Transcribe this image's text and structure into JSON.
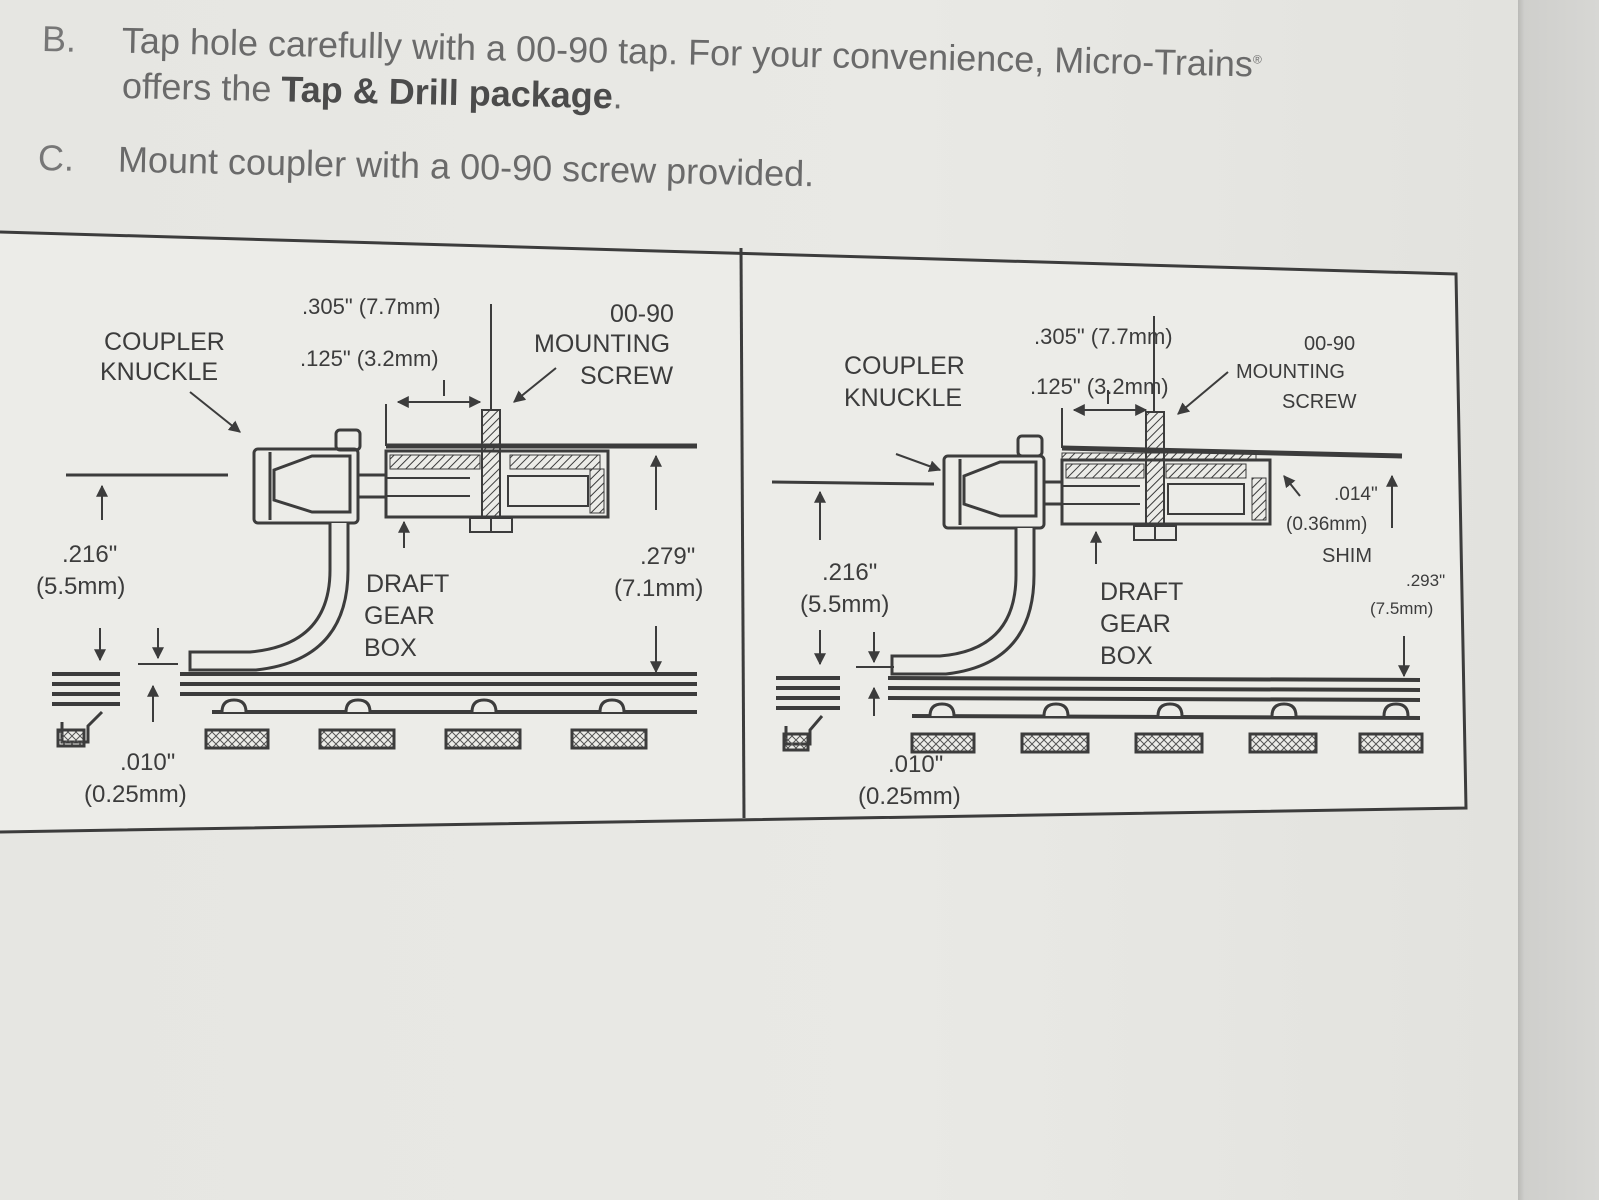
{
  "steps": {
    "b": {
      "letter": "B.",
      "text_line1": "Tap hole carefully with a 00-90 tap. For your convenience, Micro-Trains",
      "registered": "®",
      "text_line2_pre": "offers the ",
      "text_line2_bold": "Tap & Drill package",
      "text_line2_post": "."
    },
    "c": {
      "letter": "C.",
      "text": "Mount coupler with a 00-90 screw provided."
    }
  },
  "diagram_left": {
    "coupler_knuckle": [
      "COUPLER",
      "KNUCKLE"
    ],
    "dim_305": ".305\" (7.7mm)",
    "dim_125": ".125\" (3.2mm)",
    "screw": [
      "00-90",
      "MOUNTING",
      "SCREW"
    ],
    "dim_216": [
      ".216\"",
      "(5.5mm)"
    ],
    "draft_gear_box": [
      "DRAFT",
      "GEAR",
      "BOX"
    ],
    "dim_279": [
      ".279\"",
      "(7.1mm)"
    ],
    "dim_010": [
      ".010\"",
      "(0.25mm)"
    ]
  },
  "diagram_right": {
    "coupler_knuckle": [
      "COUPLER",
      "KNUCKLE"
    ],
    "dim_305": ".305\" (7.7mm)",
    "dim_125": ".125\" (3.2mm)",
    "screw": [
      "00-90",
      "MOUNTING",
      "SCREW"
    ],
    "dim_216": [
      ".216\"",
      "(5.5mm)"
    ],
    "draft_gear_box": [
      "DRAFT",
      "GEAR",
      "BOX"
    ],
    "dim_014": [
      ".014\"",
      "(0.36mm)",
      "SHIM"
    ],
    "dim_293": [
      ".293\"",
      "(7.5mm)"
    ],
    "dim_010": [
      ".010\"",
      "(0.25mm)"
    ]
  },
  "colors": {
    "paper": "#e7e7e3",
    "ink": "#3c3c3c",
    "step_text": "#6a6a6a"
  }
}
